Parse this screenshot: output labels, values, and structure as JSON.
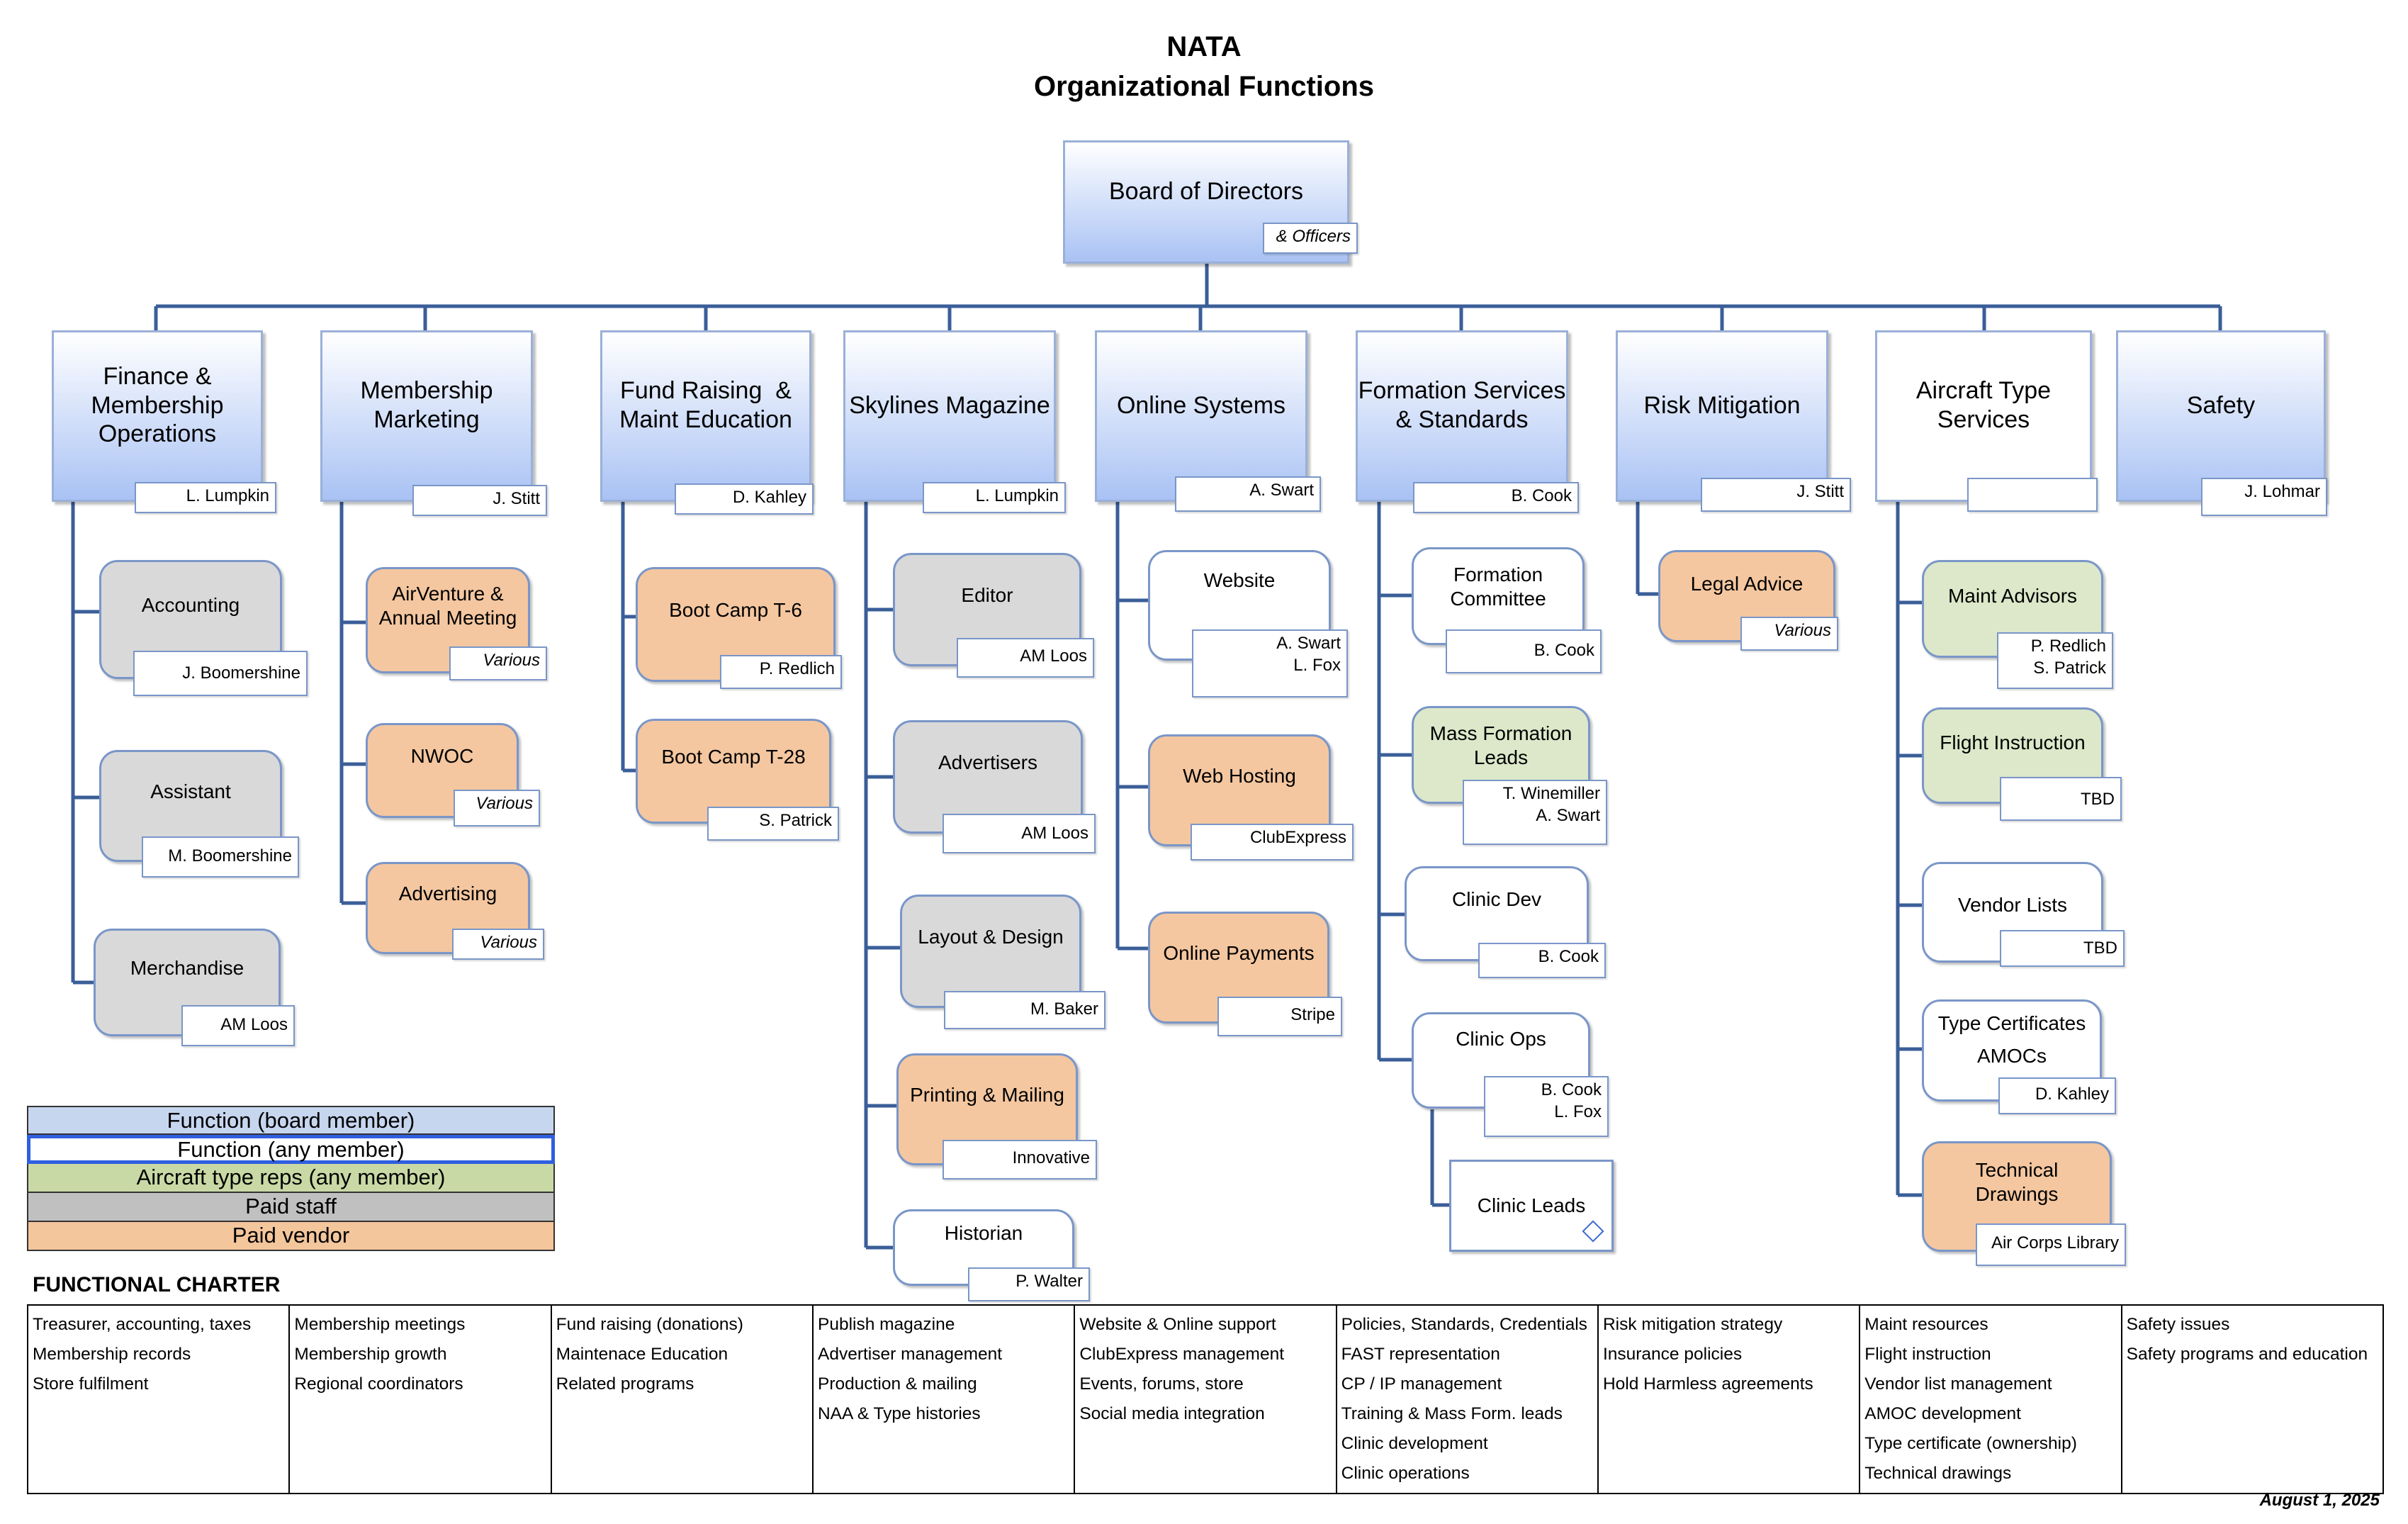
{
  "title": {
    "line1": "NATA",
    "line2": "Organizational Functions"
  },
  "board": {
    "label": "Board of Directors",
    "tag": "& Officers"
  },
  "functions": [
    {
      "label": "Finance &\nMembership\nOperations",
      "person": "L. Lumpkin"
    },
    {
      "label": "Membership\nMarketing",
      "person": "J. Stitt"
    },
    {
      "label": "Fund Raising  &\nMaint Education",
      "person": "D. Kahley"
    },
    {
      "label": "Skylines Magazine",
      "person": "L. Lumpkin"
    },
    {
      "label": "Online Systems",
      "person": "A. Swart"
    },
    {
      "label": "Formation Services\n& Standards",
      "person": "B. Cook"
    },
    {
      "label": "Risk Mitigation",
      "person": "J. Stitt"
    },
    {
      "label": "Aircraft Type\nServices",
      "person": ""
    },
    {
      "label": "Safety",
      "person": "J. Lohmar"
    }
  ],
  "subs": [
    {
      "label": "Accounting",
      "person": "J. Boomershine"
    },
    {
      "label": "Assistant",
      "person": "M. Boomershine"
    },
    {
      "label": "Merchandise",
      "person": "AM Loos"
    },
    {
      "label": "AirVenture &\nAnnual Meeting",
      "person": "Various"
    },
    {
      "label": "NWOC",
      "person": "Various"
    },
    {
      "label": "Advertising",
      "person": "Various"
    },
    {
      "label": "Boot Camp T-6",
      "person": "P. Redlich"
    },
    {
      "label": "Boot Camp T-28",
      "person": "S. Patrick"
    },
    {
      "label": "Editor",
      "person": "AM Loos"
    },
    {
      "label": "Advertisers",
      "person": "AM Loos"
    },
    {
      "label": "Layout & Design",
      "person": "M. Baker"
    },
    {
      "label": "Printing & Mailing",
      "person": "Innovative"
    },
    {
      "label": "Historian",
      "person": "P. Walter"
    },
    {
      "label": "Website",
      "person": "A. Swart\nL. Fox"
    },
    {
      "label": "Web Hosting",
      "person": "ClubExpress"
    },
    {
      "label": "Online Payments",
      "person": "Stripe"
    },
    {
      "label": "Formation\nCommittee",
      "person": "B. Cook"
    },
    {
      "label": "Mass Formation\nLeads",
      "person": "T. Winemiller\nA. Swart"
    },
    {
      "label": "Clinic Dev",
      "person": "B. Cook"
    },
    {
      "label": "Clinic Ops",
      "person": "B. Cook\nL. Fox"
    },
    {
      "label": "Clinic Leads",
      "person": ""
    },
    {
      "label": "Legal Advice",
      "person": "Various"
    },
    {
      "label": "Maint Advisors",
      "person": "P. Redlich\nS. Patrick"
    },
    {
      "label": "Flight Instruction",
      "person": "TBD"
    },
    {
      "label": "Vendor Lists",
      "person": "TBD"
    },
    {
      "label": "Type Certificates\nAMOCs",
      "person": "D. Kahley"
    },
    {
      "label": "Technical\nDrawings",
      "person": "Air Corps Library"
    }
  ],
  "legend": [
    {
      "label": "Function (board member)",
      "color": "#c7d6ef"
    },
    {
      "label": "Function (any member)",
      "color": "#ffffff"
    },
    {
      "label": "Aircraft type reps (any member)",
      "color": "#c9d9a5"
    },
    {
      "label": "Paid staff",
      "color": "#c0c0c0"
    },
    {
      "label": "Paid vendor",
      "color": "#f4c69c"
    }
  ],
  "charter": {
    "title": "FUNCTIONAL CHARTER",
    "columns": [
      [
        "Treasurer, accounting, taxes",
        "Membership records",
        "Store fulfilment"
      ],
      [
        "Membership meetings",
        "Membership growth",
        "Regional coordinators"
      ],
      [
        "Fund raising (donations)",
        "Maintenace Education",
        "Related programs"
      ],
      [
        "Publish magazine",
        "Advertiser management",
        "Production & mailing",
        "NAA & Type histories"
      ],
      [
        "Website & Online support",
        "ClubExpress management",
        "Events, forums, store",
        "Social media integration"
      ],
      [
        "Policies, Standards, Credentials",
        "FAST representation",
        "CP / IP management",
        "Training & Mass Form. leads",
        "Clinic development",
        "Clinic operations"
      ],
      [
        "Risk mitigation strategy",
        "Insurance policies",
        "Hold Harmless agreements"
      ],
      [
        "Maint resources",
        "Flight instruction",
        "Vendor list management",
        "AMOC development",
        "Type certificate (ownership)",
        "Technical drawings"
      ],
      [
        "Safety issues",
        "Safety programs and education"
      ]
    ]
  },
  "date": "August 1, 2025"
}
